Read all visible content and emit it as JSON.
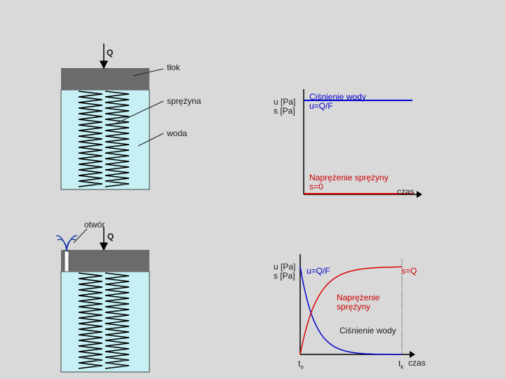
{
  "top_diagram": {
    "force_label": "Q",
    "piston_label": "tłok",
    "spring_label": "sprężyna",
    "water_label": "woda"
  },
  "top_chart": {
    "ylabel_u": "u [Pa]",
    "ylabel_s": "s [Pa]",
    "water_pressure_title": "Ciśnienie wody",
    "water_pressure_formula": "u=Q/F",
    "spring_stress_title": "Naprężenie sprężyny",
    "spring_stress_formula": "s=0",
    "xlabel": "czas",
    "colors": {
      "water": "#0000cc",
      "spring": "#dd0000"
    }
  },
  "bottom_diagram": {
    "hole_label": "otwór",
    "force_label": "Q"
  },
  "bottom_chart": {
    "ylabel_u": "u [Pa]",
    "ylabel_s": "s [Pa]",
    "water_start_label": "u=Q/F",
    "spring_end_label": "s=Q",
    "spring_curve_line1": "Naprężenie",
    "spring_curve_line2": "sprężyny",
    "water_curve_label": "Ciśnienie wody",
    "t0_label": "t",
    "t0_sub": "o",
    "tk_label": "t",
    "tk_sub": "k",
    "xlabel": "czas"
  },
  "chart_data": [
    {
      "type": "line",
      "series": [
        {
          "name": "Ciśnienie wody",
          "x": [
            0,
            1
          ],
          "y": [
            1,
            1
          ]
        },
        {
          "name": "Naprężenie sprężyny",
          "x": [
            0,
            1
          ],
          "y": [
            0,
            0
          ]
        }
      ],
      "xlabel": "czas",
      "ylabel": "u [Pa] s [Pa]",
      "xlim": [
        0,
        1
      ],
      "ylim": [
        0,
        1.1
      ]
    },
    {
      "type": "line",
      "series": [
        {
          "name": "Ciśnienie wody",
          "x": [
            0,
            0.1,
            0.2,
            0.3,
            0.4,
            0.5,
            0.6,
            0.7,
            0.8,
            0.9,
            1
          ],
          "y": [
            1,
            0.55,
            0.3,
            0.17,
            0.09,
            0.05,
            0.03,
            0.02,
            0.01,
            0.005,
            0
          ]
        },
        {
          "name": "Naprężenie sprężyny",
          "x": [
            0,
            0.1,
            0.2,
            0.3,
            0.4,
            0.5,
            0.6,
            0.7,
            0.8,
            0.9,
            1
          ],
          "y": [
            0,
            0.45,
            0.7,
            0.83,
            0.91,
            0.95,
            0.97,
            0.98,
            0.99,
            0.995,
            1
          ]
        }
      ],
      "xlabel": "czas",
      "x_ticks": [
        "to",
        "tk"
      ],
      "ylim": [
        0,
        1.1
      ]
    }
  ]
}
